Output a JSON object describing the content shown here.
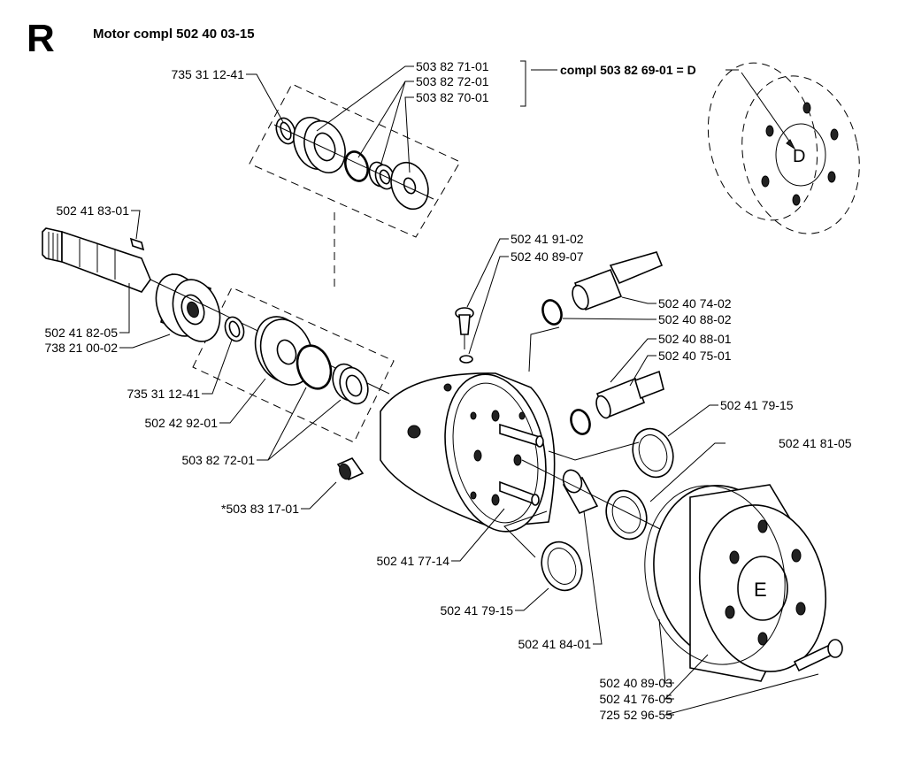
{
  "section_letter": "R",
  "title": "Motor  compl 502 40 03-15",
  "group_label": "compl 503 82 69-01 = D",
  "markers": {
    "d": "D",
    "e": "E"
  },
  "labels": {
    "l01": "735 31 12-41",
    "l02": "503 82 71-01",
    "l03": "503 82 72-01",
    "l04": "503 82 70-01",
    "l05": "502 41 83-01",
    "l06": "502 41 91-02",
    "l07": "502 40 89-07",
    "l08": "502 40 74-02",
    "l09": "502 40 88-02",
    "l10": "502 40 88-01",
    "l11": "502 40 75-01",
    "l12": "502 41 79-15",
    "l13": "502 41 81-05",
    "l14": "502 41 82-05",
    "l15": "738 21 00-02",
    "l16": "735 31 12-41",
    "l17": "502 42 92-01",
    "l18": "503 82 72-01",
    "l19": "*503 83 17-01",
    "l20": "502 41 77-14",
    "l21": "502 41 79-15",
    "l22": "502 41 84-01",
    "l23": "502 40 89-03",
    "l24": "502 41 76-05",
    "l25": "725 52 96-55"
  }
}
